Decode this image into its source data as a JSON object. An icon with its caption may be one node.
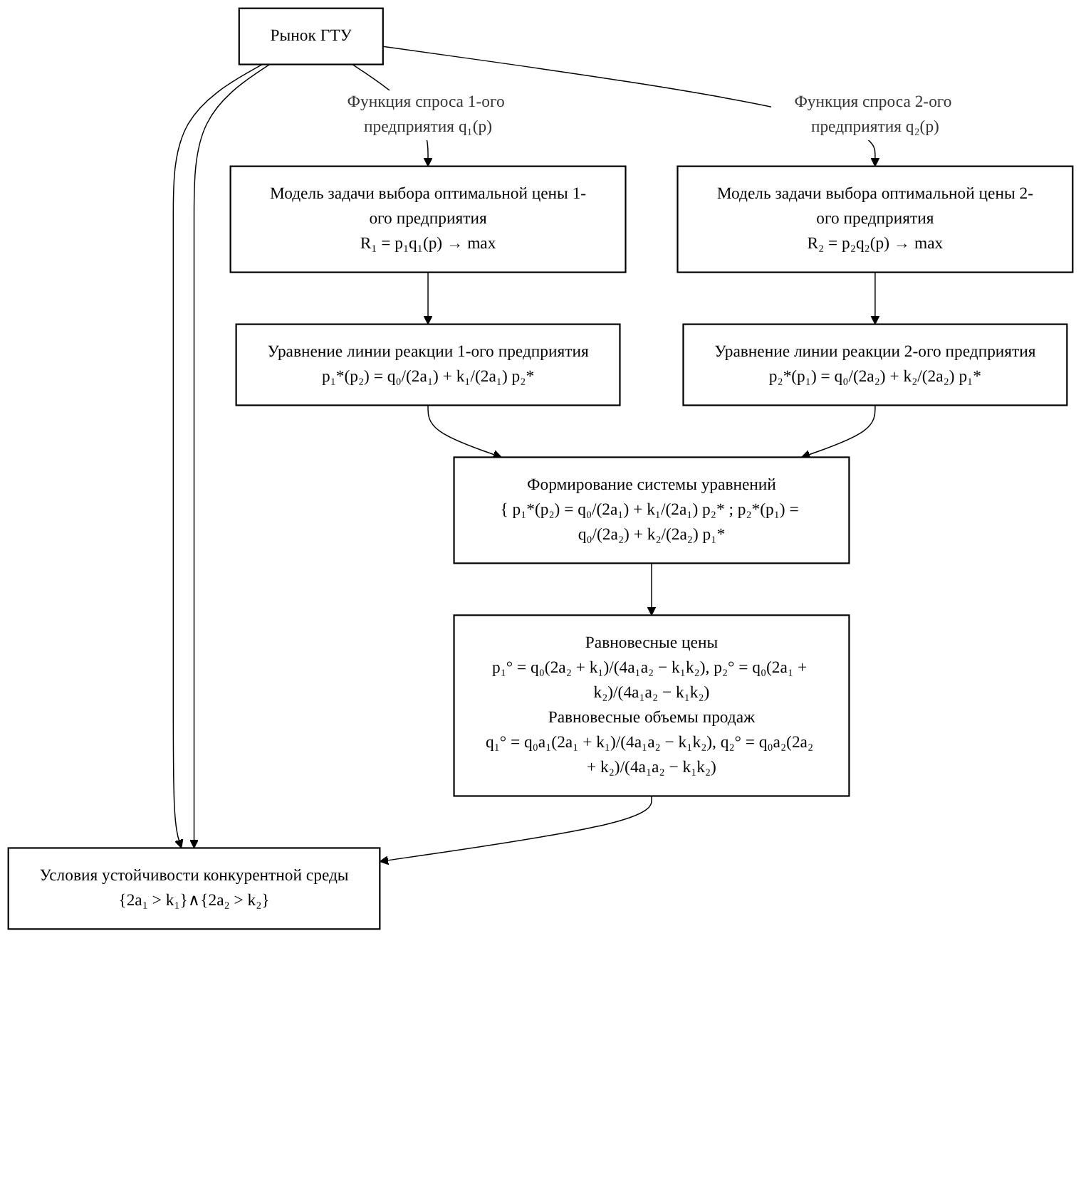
{
  "diagram": {
    "nodes": [
      {
        "text": [
          "Рынок ГТУ"
        ]
      },
      {
        "text": [
          "Модель задачи выбора оптимальной цены 1-ого предприятия",
          "R₁ = p₁q₁(p) → max"
        ]
      },
      {
        "text": [
          "Модель задачи выбора оптимальной цены 2-ого предприятия",
          "R₂ = p₂q₂(p) → max"
        ]
      },
      {
        "text": [
          "Уравнение линии реакции 1-ого предприятия",
          "p₁*(p₂) = q₀/(2a₁) + k₁/(2a₁) p₂*"
        ]
      },
      {
        "text": [
          "Уравнение линии реакции 2-ого предприятия",
          "p₂*(p₁) = q₀/(2a₂) + k₂/(2a₂) p₁*"
        ]
      },
      {
        "text": [
          "Формирование системы уравнений",
          "{ p₁*(p₂) = q₀/(2a₁) + k₁/(2a₁) p₂* ; p₂*(p₁) = q₀/(2a₂) + k₂/(2a₂) p₁*"
        ]
      },
      {
        "text": [
          "Равновесные цены",
          "p₁° = q₀(2a₂ + k₁)/(4a₁a₂ − k₁k₂), p₂° = q₀(2a₁ + k₂)/(4a₁a₂ − k₁k₂)",
          "Равновесные объемы продаж",
          "q₁° = q₀a₁(2a₁ + k₁)/(4a₁a₂ − k₁k₂), q₂° = q₀a₂(2a₂ + k₂)/(4a₁a₂ − k₁k₂)"
        ]
      },
      {
        "text": [
          "Условия устойчивости конкурентной среды",
          "{2a₁ > k₁}∧{2a₂ > k₂}"
        ]
      }
    ],
    "edges": [
      {
        "from": 0,
        "to": 1,
        "arrow": "to",
        "label": "Функция спроса 1-ого предприятия q₁(p)"
      },
      {
        "from": 0,
        "to": 2,
        "arrow": "to",
        "label": "Функция спроса 2-ого предприятия q₂(p)"
      },
      {
        "from": 0,
        "to": 7,
        "arrow": "to"
      },
      {
        "from": 0,
        "to": 7,
        "arrow": "to"
      },
      {
        "from": 1,
        "to": 3,
        "arrow": "to"
      },
      {
        "from": 2,
        "to": 4,
        "arrow": "to"
      },
      {
        "from": 3,
        "to": 5,
        "arrow": "to"
      },
      {
        "from": 4,
        "to": 5,
        "arrow": "to"
      },
      {
        "from": 5,
        "to": 6,
        "arrow": "to"
      },
      {
        "from": 6,
        "to": 7,
        "arrow": "to"
      }
    ]
  }
}
